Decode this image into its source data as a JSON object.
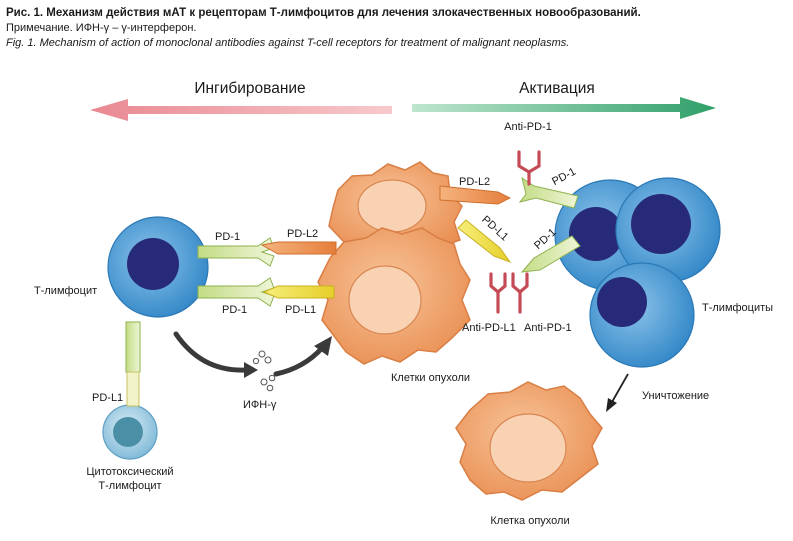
{
  "caption": {
    "title": "Рис. 1. Механизм действия мАТ к рецепторам Т-лимфоцитов для лечения злокачественных новообразований.",
    "note": "Примечание. ИФН-γ – γ-интерферон.",
    "english": "Fig. 1. Mechanism of action of monoclonal antibodies against T-cell receptors for treatment of malignant neoplasms."
  },
  "diagram": {
    "inhibition": "Ингибирование",
    "activation": "Активация",
    "t_lymphocyte": "Т-лимфоцит",
    "t_lymphocytes": "Т-лимфоциты",
    "cytotoxic_line1": "Цитотоксический",
    "cytotoxic_line2": "Т-лимфоцит",
    "tumor_cells": "Клетки опухоли",
    "tumor_cell": "Клетка опухоли",
    "destruction": "Уничтожение",
    "ifn": "ИФН-γ",
    "pd1": "PD-1",
    "pdl1": "PD-L1",
    "pdl2": "PD-L2",
    "anti_pd1": "Anti-PD-1",
    "anti_pdl1": "Anti-PD-L1"
  },
  "colors": {
    "inhibition_arrow": "#e07a84",
    "activation_arrow": "#3fae74",
    "t_cell": "#4a98d2",
    "nucleus": "#262a78",
    "tumor": "#f0a06a",
    "pd1_receptor": "#d6e7a6",
    "ligand_pdl2": "#f09a58",
    "ligand_pdl1": "#f1e24a",
    "antibody": "#c44b55"
  }
}
